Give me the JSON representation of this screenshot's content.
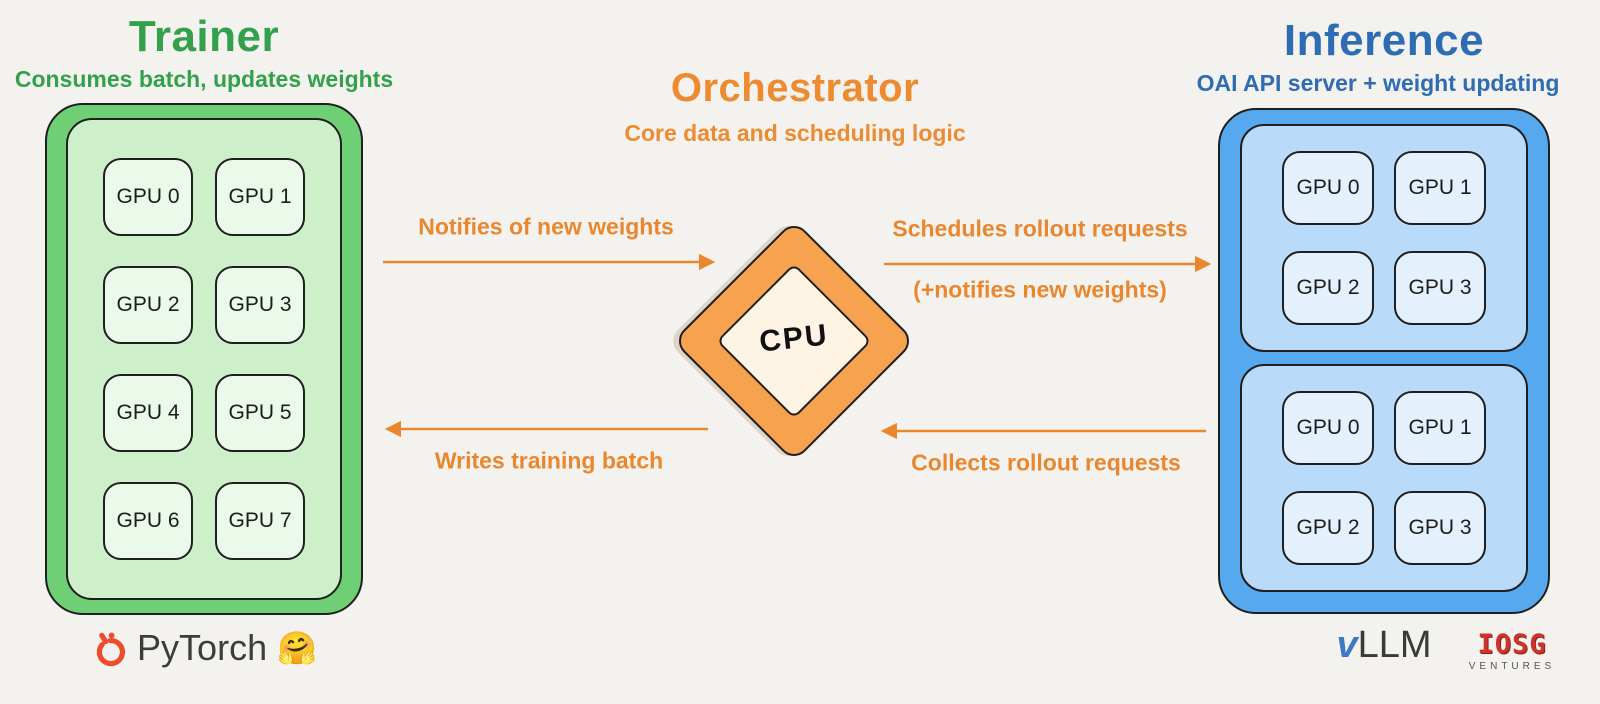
{
  "colors": {
    "background": "#f4f2ef",
    "trainer_green": "#33a14c",
    "trainer_box_fill": "#6fcf75",
    "trainer_inner_fill": "#cdf0cb",
    "trainer_cell_fill": "#ebf9eb",
    "orchestrator_orange": "#e9872f",
    "diamond_fill": "#f7a24e",
    "diamond_inner_fill": "#fdf4e4",
    "inference_blue": "#2e6cb3",
    "inference_box_fill": "#57a9ef",
    "inference_inner_fill": "#b9daf8",
    "inference_cell_fill": "#e4f1fc",
    "pytorch_orange": "#ee4c2c",
    "iosg_red": "#cc342c"
  },
  "trainer": {
    "title": "Trainer",
    "subtitle": "Consumes batch, updates weights",
    "gpus": [
      "GPU 0",
      "GPU 1",
      "GPU 2",
      "GPU 3",
      "GPU 4",
      "GPU 5",
      "GPU 6",
      "GPU 7"
    ],
    "footer_label": "PyTorch",
    "footer_emoji": "🤗"
  },
  "orchestrator": {
    "title": "Orchestrator",
    "subtitle": "Core data and scheduling logic",
    "cpu_label": "CPU"
  },
  "inference": {
    "title": "Inference",
    "subtitle": "OAI API server + weight updating",
    "group1": [
      "GPU 0",
      "GPU 1",
      "GPU 2",
      "GPU 3"
    ],
    "group2": [
      "GPU 0",
      "GPU 1",
      "GPU 2",
      "GPU 3"
    ],
    "footer_v": "v",
    "footer_rest": "LLM"
  },
  "arrows": {
    "notifies_new_weights": "Notifies of new weights",
    "schedules_rollouts": "Schedules rollout requests",
    "schedules_rollouts_note": "(+notifies new weights)",
    "collects_rollouts": "Collects rollout requests",
    "writes_training_batch": "Writes training batch"
  },
  "branding": {
    "iosg": "IOSG",
    "iosg_sub": "VENTURES"
  }
}
